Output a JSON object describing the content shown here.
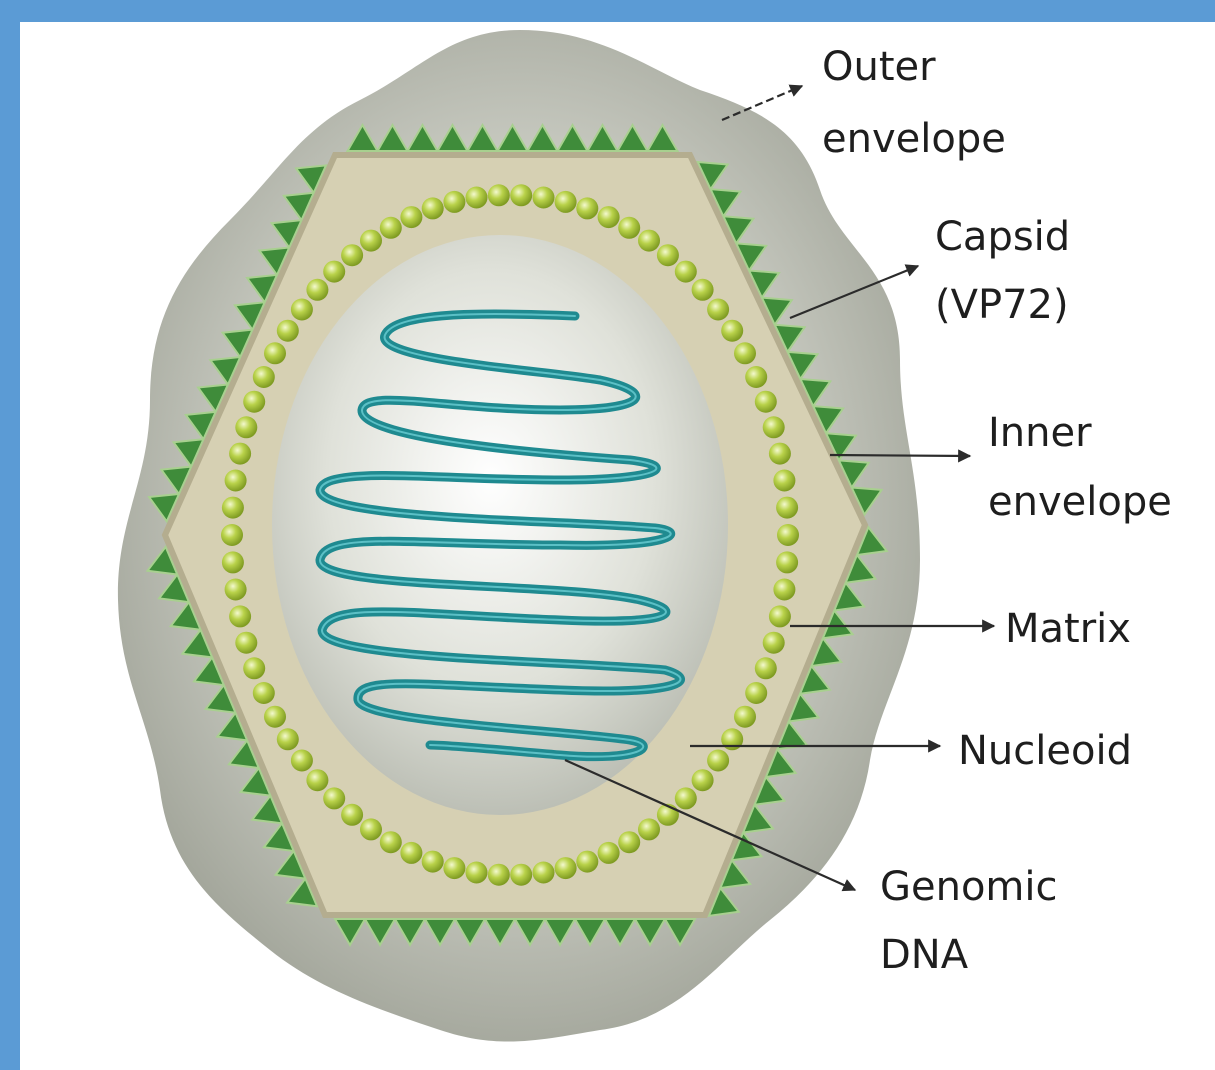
{
  "labels": {
    "outer_envelope": [
      "Outer",
      "envelope"
    ],
    "capsid": [
      "Capsid",
      "(VP72)"
    ],
    "inner_envelope": [
      "Inner",
      "envelope"
    ],
    "matrix": [
      "Matrix"
    ],
    "nucleoid": [
      "Nucleoid"
    ],
    "genomic_dna": [
      "Genomic",
      "DNA"
    ]
  },
  "colors": {
    "frame": "#5b9bd5",
    "outer_envelope": "#b9bcb1",
    "capsid_spikes": "#3f8c3a",
    "capsid_body": "#d8d3b8",
    "matrix_beads": "#a8c53c",
    "nucleoid": "#dcdfd6",
    "genomic_dna": "#1f8a90",
    "leader": "#2b2b2b"
  }
}
